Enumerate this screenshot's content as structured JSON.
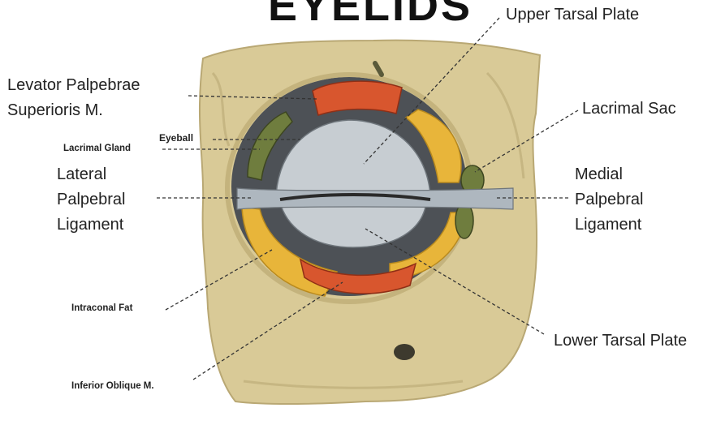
{
  "title": "EYELIDS",
  "labels": {
    "upper_tarsal_plate": "Upper Tarsal Plate",
    "levator_line1": "Levator Palpebrae",
    "levator_line2": "Superioris M.",
    "lacrimal_sac": "Lacrimal Sac",
    "eyeball": "Eyeball",
    "lacrimal_gland": "Lacrimal Gland",
    "lateral_line1": "Lateral",
    "lateral_line2": "Palpebral",
    "lateral_line3": "Ligament",
    "medial_line1": "Medial",
    "medial_line2": "Palpebral",
    "medial_line3": "Ligament",
    "intraconal_fat": "Intraconal Fat",
    "lower_tarsal_plate": "Lower Tarsal Plate",
    "inferior_oblique": "Inferior Oblique M."
  },
  "colors": {
    "bone": "#d9ca97",
    "bone_shadow": "#b9a874",
    "fat": "#e8b53a",
    "muscle": "#d8562e",
    "tarsal": "#c7cdd2",
    "ligament": "#aeb7bf",
    "gland": "#6f7d3e",
    "lid_slit": "#2a2a2a"
  }
}
